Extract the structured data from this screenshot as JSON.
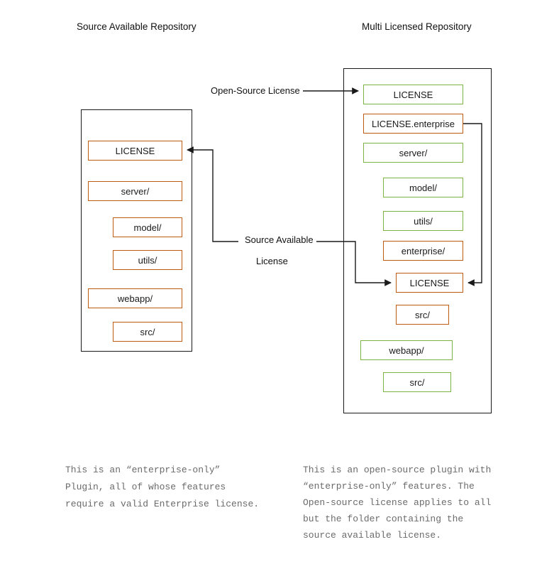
{
  "colors": {
    "enterprise_border": "#bf5b11",
    "opensource_border": "#7cb342",
    "container_border": "#1a1a1a",
    "wire": "#1a1a1a",
    "caption_text": "#6b6b6b"
  },
  "titles": {
    "left": "Source Available Repository",
    "right": "Multi Licensed Repository"
  },
  "wire_labels": {
    "open_source_license": "Open-Source License",
    "source_available_line1": "Source Available",
    "source_available_line2": "License"
  },
  "left_repo": {
    "nodes": [
      {
        "label": "LICENSE",
        "license": "enterprise",
        "indent": 0
      },
      {
        "label": "server/",
        "license": "enterprise",
        "indent": 0
      },
      {
        "label": "model/",
        "license": "enterprise",
        "indent": 1
      },
      {
        "label": "utils/",
        "license": "enterprise",
        "indent": 1
      },
      {
        "label": "webapp/",
        "license": "enterprise",
        "indent": 0
      },
      {
        "label": "src/",
        "license": "enterprise",
        "indent": 1
      }
    ]
  },
  "right_repo": {
    "nodes": [
      {
        "label": "LICENSE",
        "license": "open-source",
        "indent": 0
      },
      {
        "label": "LICENSE.enterprise",
        "license": "enterprise",
        "indent": 0
      },
      {
        "label": "server/",
        "license": "open-source",
        "indent": 0
      },
      {
        "label": "model/",
        "license": "open-source",
        "indent": 1
      },
      {
        "label": "utils/",
        "license": "open-source",
        "indent": 1
      },
      {
        "label": "enterprise/",
        "license": "enterprise",
        "indent": 1
      },
      {
        "label": "LICENSE",
        "license": "enterprise",
        "indent": 2
      },
      {
        "label": "src/",
        "license": "enterprise",
        "indent": 2
      },
      {
        "label": "webapp/",
        "license": "open-source",
        "indent": 0
      },
      {
        "label": "src/",
        "license": "open-source",
        "indent": 1
      }
    ]
  },
  "captions": {
    "left": "This is an “enterprise-only”\nPlugin, all of whose features\nrequire a valid Enterprise license.",
    "right": "This is an open-source plugin with\n“enterprise-only” features. The\nOpen-source license applies to all\nbut the folder containing the\nsource available license."
  }
}
